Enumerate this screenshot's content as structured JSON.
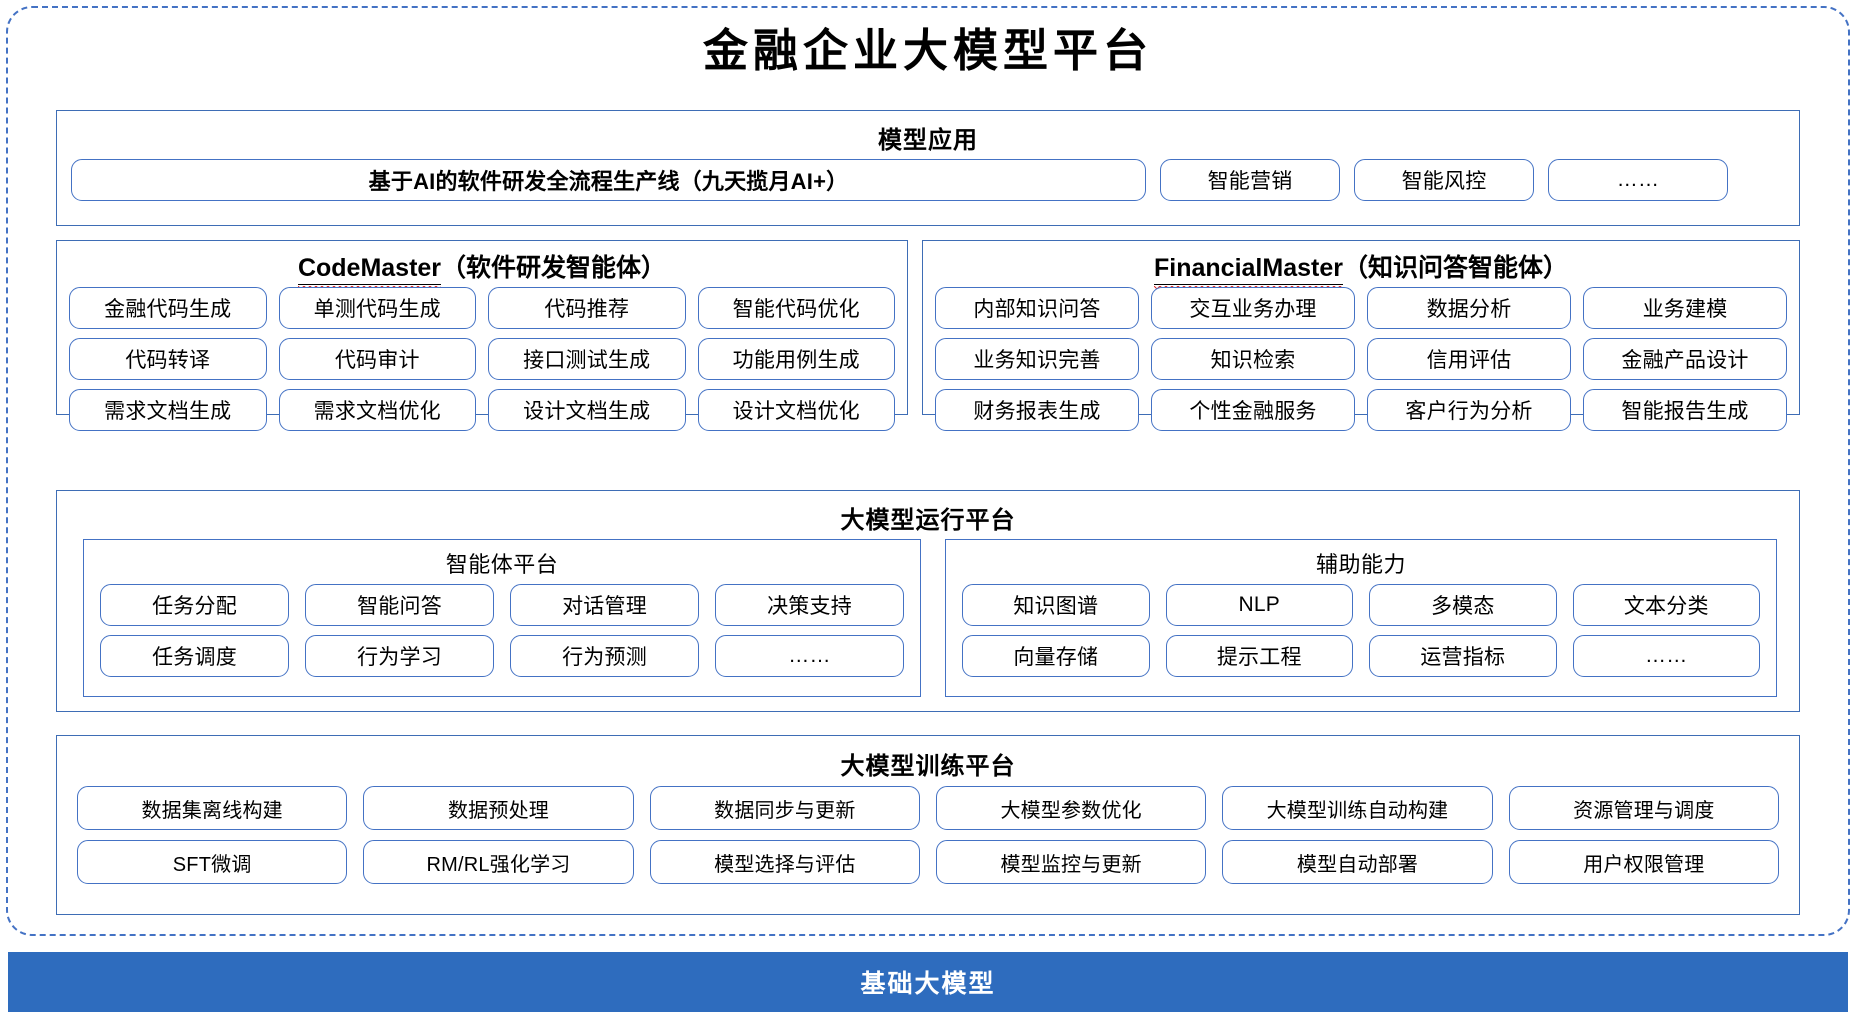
{
  "title": "金融企业大模型平台",
  "colors": {
    "accent_blue": "#4472C4",
    "panel_border": "#3E6DB5",
    "base_bar_bg": "#2E6CBE",
    "squiggle_red": "#E03030"
  },
  "model_application": {
    "title": "模型应用",
    "flagship": "基于AI的软件研发全流程生产线（九天揽月AI+）",
    "items": [
      "智能营销",
      "智能风控",
      "……"
    ]
  },
  "agents": [
    {
      "name": "CodeMaster",
      "suffix": "（软件研发智能体）",
      "items": [
        "金融代码生成",
        "单测代码生成",
        "代码推荐",
        "智能代码优化",
        "代码转译",
        "代码审计",
        "接口测试生成",
        "功能用例生成",
        "需求文档生成",
        "需求文档优化",
        "设计文档生成",
        "设计文档优化"
      ]
    },
    {
      "name": "FinancialMaster",
      "suffix": "（知识问答智能体）",
      "items": [
        "内部知识问答",
        "交互业务办理",
        "数据分析",
        "业务建模",
        "业务知识完善",
        "知识检索",
        "信用评估",
        "金融产品设计",
        "财务报表生成",
        "个性金融服务",
        "客户行为分析",
        "智能报告生成"
      ]
    }
  ],
  "runtime_platform": {
    "title": "大模型运行平台",
    "sub_panels": [
      {
        "title": "智能体平台",
        "items": [
          "任务分配",
          "智能问答",
          "对话管理",
          "决策支持",
          "任务调度",
          "行为学习",
          "行为预测",
          "……"
        ]
      },
      {
        "title": "辅助能力",
        "items": [
          "知识图谱",
          "NLP",
          "多模态",
          "文本分类",
          "向量存储",
          "提示工程",
          "运营指标",
          "……"
        ]
      }
    ]
  },
  "training_platform": {
    "title": "大模型训练平台",
    "items": [
      "数据集离线构建",
      "数据预处理",
      "数据同步与更新",
      "大模型参数优化",
      "大模型训练自动构建",
      "资源管理与调度",
      "SFT微调",
      "RM/RL强化学习",
      "模型选择与评估",
      "模型监控与更新",
      "模型自动部署",
      "用户权限管理"
    ]
  },
  "base_model": {
    "label": "基础大模型"
  }
}
